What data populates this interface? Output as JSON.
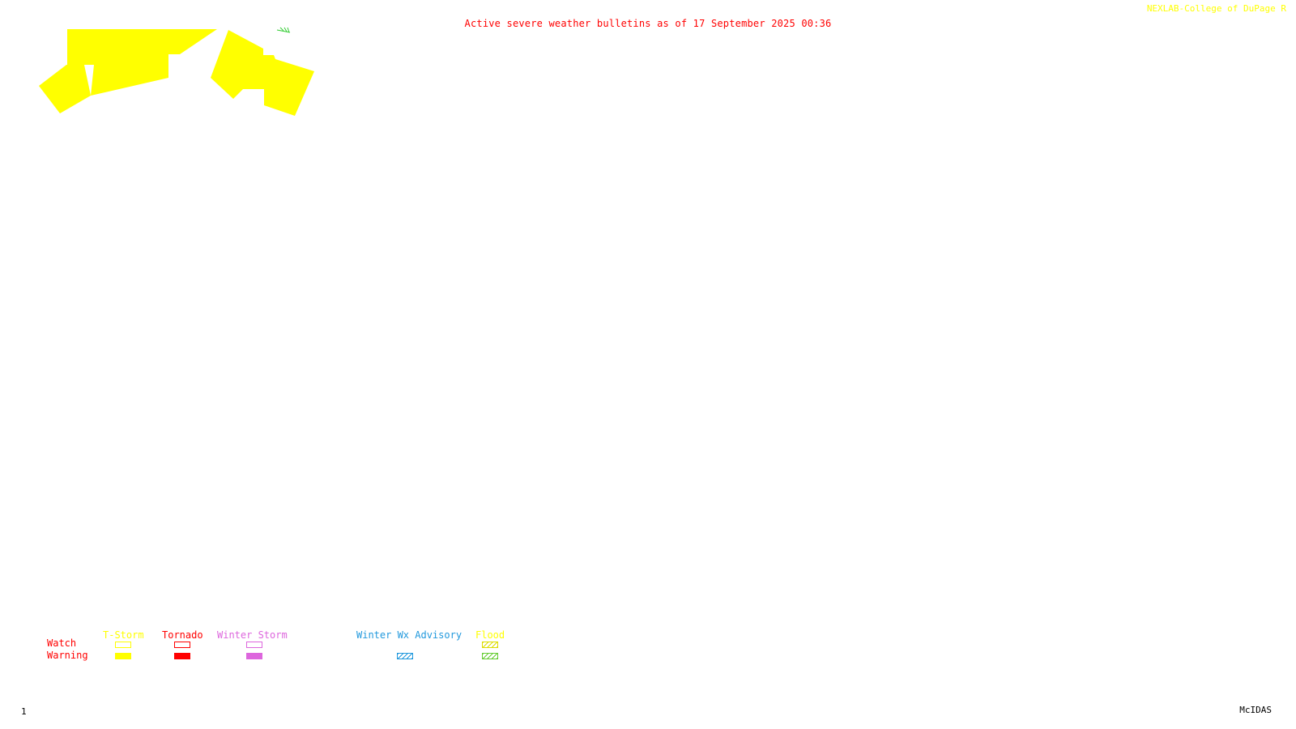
{
  "title": "Active severe weather bulletins as of 17 September 2025 00:36",
  "credit": "NEXLAB-College of DuPage R",
  "frame_number": "1",
  "software": "McIDAS",
  "legend": {
    "row_labels": {
      "watch": "Watch",
      "warning": "Warning"
    },
    "categories": [
      {
        "id": "tstorm",
        "label": "T-Storm",
        "color": "#ffff00",
        "watch_style": "outline",
        "warning_style": "solid"
      },
      {
        "id": "tornado",
        "label": "Tornado",
        "color": "#ff0000",
        "watch_style": "outline",
        "warning_style": "solid"
      },
      {
        "id": "winter-storm",
        "label": "Winter Storm",
        "color": "#dd66dd",
        "watch_style": "outline",
        "warning_style": "solid"
      },
      {
        "id": "winter-wx-advisory",
        "label": "Winter Wx Advisory",
        "color": "#2299dd",
        "watch_style": "none",
        "warning_style": "hatched"
      },
      {
        "id": "flood",
        "label": "Flood",
        "color": "#ffff00",
        "warning_color": "#66cc33",
        "watch_style": "hatched",
        "warning_style": "hatched"
      }
    ]
  },
  "colors": {
    "title": "#ff0000",
    "tstorm_warning_fill": "#ffff00",
    "flood_warning_mark": "#33cc33"
  }
}
